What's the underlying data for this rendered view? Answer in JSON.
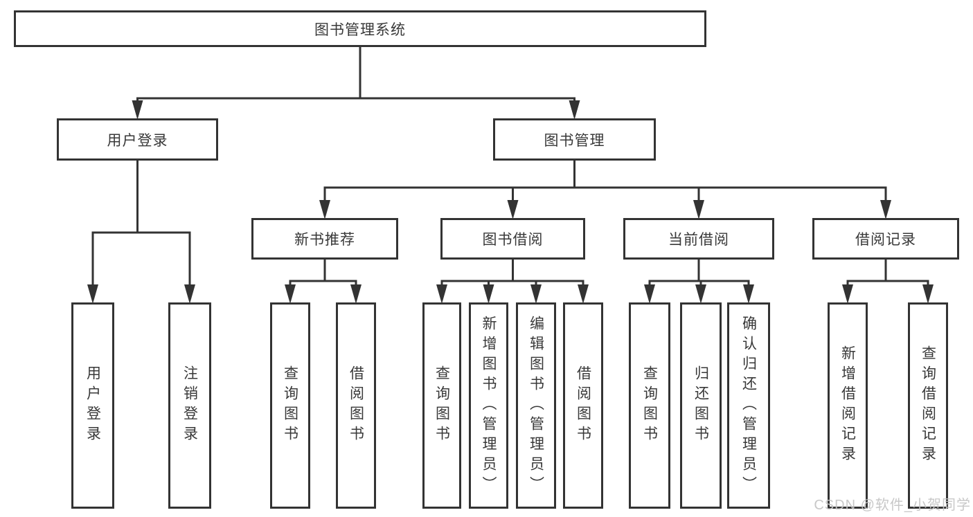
{
  "diagram_title": "图书管理系统",
  "nodes": [
    {
      "id": "root",
      "label": "图书管理系统",
      "parent": null,
      "orientation": "horizontal"
    },
    {
      "id": "user-login",
      "label": "用户登录",
      "parent": "root",
      "orientation": "horizontal"
    },
    {
      "id": "book-mgmt",
      "label": "图书管理",
      "parent": "root",
      "orientation": "horizontal"
    },
    {
      "id": "new-book-rec",
      "label": "新书推荐",
      "parent": "book-mgmt",
      "orientation": "horizontal"
    },
    {
      "id": "book-borrow",
      "label": "图书借阅",
      "parent": "book-mgmt",
      "orientation": "horizontal"
    },
    {
      "id": "current-borrow",
      "label": "当前借阅",
      "parent": "book-mgmt",
      "orientation": "horizontal"
    },
    {
      "id": "borrow-record",
      "label": "借阅记录",
      "parent": "book-mgmt",
      "orientation": "horizontal"
    },
    {
      "id": "login",
      "label": "用户登录",
      "parent": "user-login",
      "orientation": "vertical"
    },
    {
      "id": "logout",
      "label": "注销登录",
      "parent": "user-login",
      "orientation": "vertical"
    },
    {
      "id": "query-book-1",
      "label": "查询图书",
      "parent": "new-book-rec",
      "orientation": "vertical"
    },
    {
      "id": "borrow-book-1",
      "label": "借阅图书",
      "parent": "new-book-rec",
      "orientation": "vertical"
    },
    {
      "id": "query-book-2",
      "label": "查询图书",
      "parent": "book-borrow",
      "orientation": "vertical"
    },
    {
      "id": "add-book",
      "label": "新增图书（管理员）",
      "parent": "book-borrow",
      "orientation": "vertical"
    },
    {
      "id": "edit-book",
      "label": "编辑图书（管理员）",
      "parent": "book-borrow",
      "orientation": "vertical"
    },
    {
      "id": "borrow-book-2",
      "label": "借阅图书",
      "parent": "book-borrow",
      "orientation": "vertical"
    },
    {
      "id": "query-book-3",
      "label": "查询图书",
      "parent": "current-borrow",
      "orientation": "vertical"
    },
    {
      "id": "return-book",
      "label": "归还图书",
      "parent": "current-borrow",
      "orientation": "vertical"
    },
    {
      "id": "confirm-return",
      "label": "确认归还（管理员）",
      "parent": "current-borrow",
      "orientation": "vertical"
    },
    {
      "id": "add-borrow-record",
      "label": "新增借阅记录",
      "parent": "borrow-record",
      "orientation": "vertical"
    },
    {
      "id": "query-borrow-record",
      "label": "查询借阅记录",
      "parent": "borrow-record",
      "orientation": "vertical"
    }
  ],
  "watermark": "CSDN @软件_小贺同学",
  "colors": {
    "line": "#333333",
    "text": "#383838",
    "box_background": "#ffffff",
    "page_background": "#ffffff",
    "watermark": "rgba(197,197,197,0.95)"
  }
}
